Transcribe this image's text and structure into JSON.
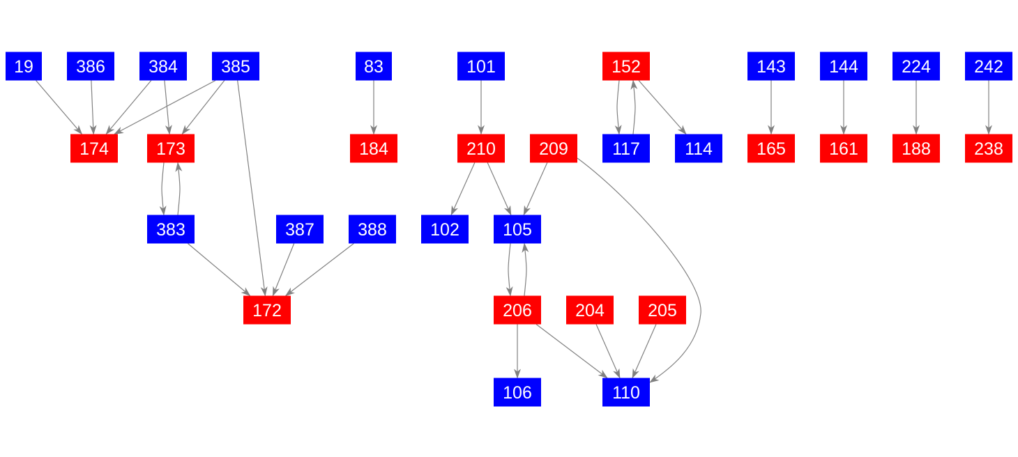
{
  "colors": {
    "blue": "#0000ff",
    "red": "#ff0000",
    "edge": "#808080",
    "label": "#ffffff"
  },
  "nodes": [
    {
      "id": "19",
      "color": "blue"
    },
    {
      "id": "386",
      "color": "blue"
    },
    {
      "id": "384",
      "color": "blue"
    },
    {
      "id": "385",
      "color": "blue"
    },
    {
      "id": "83",
      "color": "blue"
    },
    {
      "id": "101",
      "color": "blue"
    },
    {
      "id": "152",
      "color": "red"
    },
    {
      "id": "143",
      "color": "blue"
    },
    {
      "id": "144",
      "color": "blue"
    },
    {
      "id": "224",
      "color": "blue"
    },
    {
      "id": "242",
      "color": "blue"
    },
    {
      "id": "174",
      "color": "red"
    },
    {
      "id": "173",
      "color": "red"
    },
    {
      "id": "184",
      "color": "red"
    },
    {
      "id": "210",
      "color": "red"
    },
    {
      "id": "209",
      "color": "red"
    },
    {
      "id": "117",
      "color": "blue"
    },
    {
      "id": "114",
      "color": "blue"
    },
    {
      "id": "165",
      "color": "red"
    },
    {
      "id": "161",
      "color": "red"
    },
    {
      "id": "188",
      "color": "red"
    },
    {
      "id": "238",
      "color": "red"
    },
    {
      "id": "383",
      "color": "blue"
    },
    {
      "id": "387",
      "color": "blue"
    },
    {
      "id": "388",
      "color": "blue"
    },
    {
      "id": "102",
      "color": "blue"
    },
    {
      "id": "105",
      "color": "blue"
    },
    {
      "id": "172",
      "color": "red"
    },
    {
      "id": "206",
      "color": "red"
    },
    {
      "id": "204",
      "color": "red"
    },
    {
      "id": "205",
      "color": "red"
    },
    {
      "id": "106",
      "color": "blue"
    },
    {
      "id": "110",
      "color": "blue"
    }
  ],
  "edges": [
    [
      "19",
      "174"
    ],
    [
      "386",
      "174"
    ],
    [
      "384",
      "174"
    ],
    [
      "384",
      "173"
    ],
    [
      "385",
      "174"
    ],
    [
      "385",
      "173"
    ],
    [
      "385",
      "172"
    ],
    [
      "83",
      "184"
    ],
    [
      "101",
      "210"
    ],
    [
      "152",
      "117"
    ],
    [
      "117",
      "152"
    ],
    [
      "152",
      "114"
    ],
    [
      "143",
      "165"
    ],
    [
      "144",
      "161"
    ],
    [
      "224",
      "188"
    ],
    [
      "242",
      "238"
    ],
    [
      "173",
      "383"
    ],
    [
      "383",
      "173"
    ],
    [
      "383",
      "172"
    ],
    [
      "387",
      "172"
    ],
    [
      "388",
      "172"
    ],
    [
      "210",
      "102"
    ],
    [
      "210",
      "105"
    ],
    [
      "209",
      "105"
    ],
    [
      "209",
      "110"
    ],
    [
      "105",
      "206"
    ],
    [
      "206",
      "105"
    ],
    [
      "206",
      "106"
    ],
    [
      "206",
      "110"
    ],
    [
      "204",
      "110"
    ],
    [
      "205",
      "110"
    ]
  ]
}
